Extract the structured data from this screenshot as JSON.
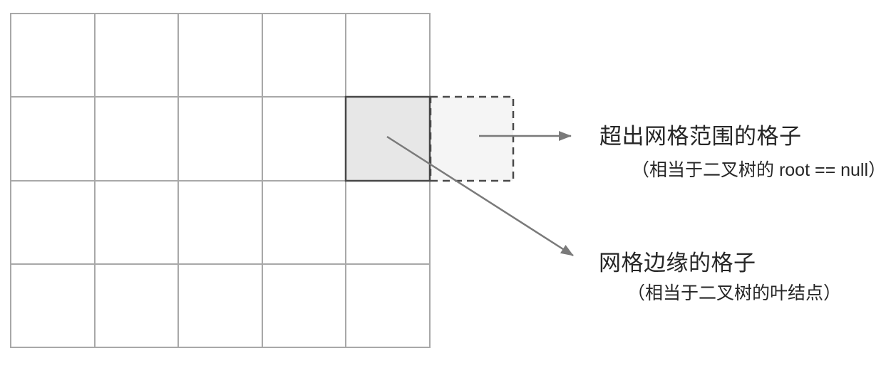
{
  "grid": {
    "columns": 5,
    "rows": 4,
    "highlighted_cell": {
      "row": 2,
      "column": 5,
      "position": "right-edge"
    }
  },
  "annotations": {
    "out_of_grid": {
      "title": "超出网格范围的格子",
      "subtitle": "（相当于二叉树的 root == null）"
    },
    "edge_cell": {
      "title": "网格边缘的格子",
      "subtitle": "（相当于二叉树的叶结点）"
    }
  },
  "colors": {
    "background": "#ffffff",
    "grid_line": "#a8a8a8",
    "highlight_cell_fill": "#e7e7e7",
    "highlight_cell_border": "#484848",
    "dashed_cell_fill": "#f5f5f5",
    "dashed_cell_border": "#4a4a4a",
    "arrow": "#7a7a7a",
    "text": "#262626"
  }
}
